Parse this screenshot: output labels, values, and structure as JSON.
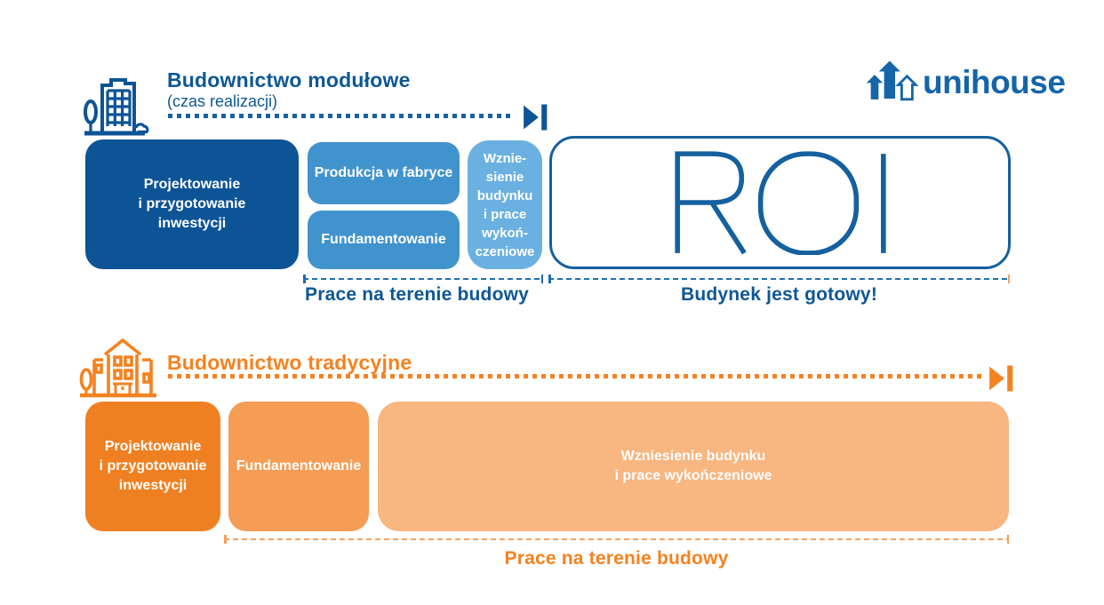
{
  "brand": {
    "logo_text": "unihouse",
    "logo_color": "#1565a9"
  },
  "modular_section": {
    "title": "Budownictwo modułowe",
    "subtitle": "(czas realizacji)",
    "blocks": [
      {
        "label": "Projektowanie\ni przygotowanie\ninwestycji",
        "color": "#0d5496"
      },
      {
        "label": "Produkcja w fabryce",
        "color": "#4193cd"
      },
      {
        "label": "Fundamentowanie",
        "color": "#4193cd"
      },
      {
        "label": "Wznie-\nsienie\nbudynku\ni prace\nwykoń-\nczeniowe",
        "color": "#6ab1e1"
      }
    ],
    "roi_label": "ROI",
    "site_work_label": "Prace na terenie budowy",
    "building_ready_label": "Budynek jest gotowy!"
  },
  "traditional_section": {
    "title": "Budownictwo tradycyjne",
    "blocks": [
      {
        "label": "Projektowanie\ni przygotowanie\ninwestycji",
        "color": "#ef8022"
      },
      {
        "label": "Fundamentowanie",
        "color": "#f59d55"
      },
      {
        "label": "Wzniesienie budynku\ni prace wykończeniowe",
        "color": "#f8b681"
      }
    ],
    "site_work_label": "Prace na terenie budowy"
  },
  "colors": {
    "blue_title": "#0e5796",
    "blue_dark": "#0d5496",
    "blue_mid": "#4193cd",
    "blue_light": "#6ab1e1",
    "roi_border": "#15609f",
    "orange_title": "#f58220",
    "orange_dark": "#ef8022",
    "orange_mid": "#f59d55",
    "orange_light": "#f8b681"
  },
  "icons": {
    "modular_building_icon": "modular apartment building with tree and cloud",
    "traditional_building_icon": "traditional house with pitched roof and tree",
    "skip_to_end_icon": "play triangle with end bar"
  }
}
